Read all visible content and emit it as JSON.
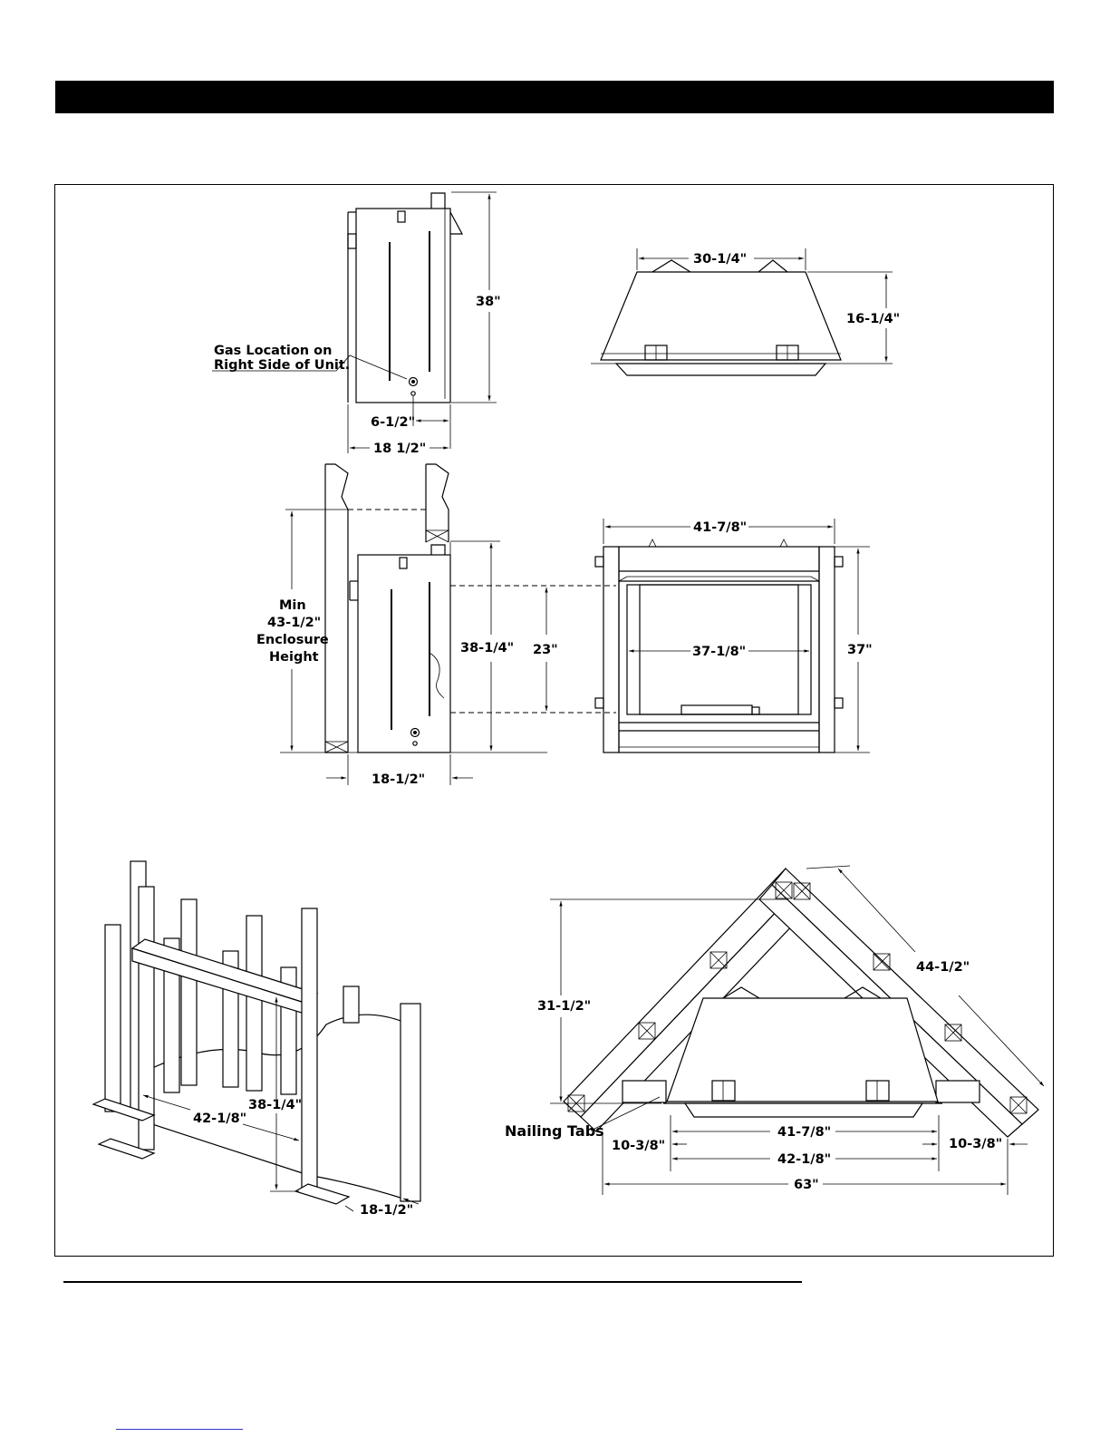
{
  "side_view": {
    "gas_note_line1": "Gas Location on",
    "gas_note_line2": "Right Side of Unit.",
    "height": "38\"",
    "gas_offset": "6-1/2\"",
    "depth": "18 1/2\""
  },
  "top_view": {
    "width": "30-1/4\"",
    "depth": "16-1/4\""
  },
  "enclosure_view": {
    "min_line1": "Min",
    "min_line2": "43-1/2\"",
    "min_line3": "Enclosure",
    "min_line4": "Height",
    "unit_height": "38-1/4\"",
    "opening_height": "23\"",
    "depth": "18-1/2\""
  },
  "front_view": {
    "overall_width": "41-7/8\"",
    "opening_width": "37-1/8\"",
    "overall_height": "37\""
  },
  "framing_view": {
    "width": "42-1/8\"",
    "height": "38-1/4\"",
    "depth": "18-1/2\""
  },
  "corner_view": {
    "height": "31-1/2\"",
    "wall_length": "44-1/2\"",
    "nailing_tabs": "Nailing Tabs",
    "left_offset": "10-3/8\"",
    "unit_width": "41-7/8\"",
    "right_offset": "10-3/8\"",
    "frame_width": "42-1/8\"",
    "overall_width": "63\""
  }
}
